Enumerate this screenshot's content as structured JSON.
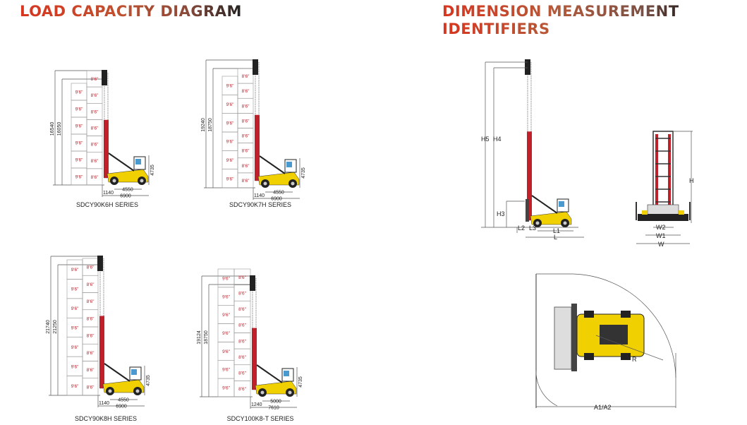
{
  "left_title": "LOAD CAPACITY DIAGRAM",
  "right_title_line1": "DIMENSION MEASUREMENT",
  "right_title_line2": "IDENTIFIERS",
  "colors": {
    "title_red": "#d8351f",
    "mast_red": "#c0202a",
    "body_yellow": "#f0d000",
    "container_text": "#c0202a",
    "line": "#555555"
  },
  "models": [
    {
      "name": "SDCY90K6H SERIES",
      "h_outer": "16540",
      "h_inner": "16050",
      "wheelbase": "4550",
      "front": "1140",
      "length": "6900",
      "cab_height": "4735",
      "left_stack": [
        "9'6\"",
        "9'6\"",
        "9'6\"",
        "9'6\"",
        "9'6\"",
        "9'6\""
      ],
      "right_stack": [
        "8'6\"",
        "8'6\"",
        "8'6\"",
        "8'6\"",
        "8'6\"",
        "8'6\"",
        "8'6\""
      ]
    },
    {
      "name": "SDCY90K7H SERIES",
      "h_outer": "19240",
      "h_inner": "18750",
      "wheelbase": "4550",
      "front": "1140",
      "length": "6900",
      "cab_height": "4735",
      "left_stack": [
        "9'6\"",
        "9'6\"",
        "9'6\"",
        "9'6\"",
        "9'6\"",
        "9'6\""
      ],
      "right_stack": [
        "8'6\"",
        "8'6\"",
        "8'6\"",
        "8'6\"",
        "8'6\"",
        "8'6\"",
        "8'6\"",
        "8'6\""
      ]
    },
    {
      "name": "SDCY90K8H SERIES",
      "h_outer": "21740",
      "h_inner": "21250",
      "wheelbase": "4550",
      "front": "1140",
      "length": "6900",
      "cab_height": "4735",
      "left_stack": [
        "9'6\"",
        "9'6\"",
        "9'6\"",
        "9'6\"",
        "9'6\"",
        "9'6\"",
        "9'6\""
      ],
      "right_stack": [
        "8'6\"",
        "8'6\"",
        "8'6\"",
        "8'6\"",
        "8'6\"",
        "8'6\"",
        "8'6\"",
        "8'6\""
      ]
    },
    {
      "name": "SDCY100K8-T SERIES",
      "h_outer": "19124",
      "h_inner": "18750",
      "wheelbase": "5000",
      "front": "1240",
      "length": "7610",
      "cab_height": "4735",
      "left_stack": [
        "9'6\"",
        "9'6\"",
        "9'6\"",
        "9'6\"",
        "9'6\"",
        "9'6\"",
        "9'6\""
      ],
      "right_stack": [
        "8'6\"",
        "8'6\"",
        "8'6\"",
        "8'6\"",
        "8'6\"",
        "8'6\"",
        "8'6\"",
        "8'6\""
      ]
    }
  ],
  "dimension_labels": {
    "side": {
      "h5": "H5",
      "h4": "H4",
      "h3": "H3",
      "l2": "L2",
      "l3": "L3",
      "l1": "L1",
      "l": "L"
    },
    "front": {
      "h": "H",
      "w2": "W2",
      "w1": "W1",
      "w": "W"
    },
    "top": {
      "r": "R",
      "a": "A1/A2"
    }
  }
}
